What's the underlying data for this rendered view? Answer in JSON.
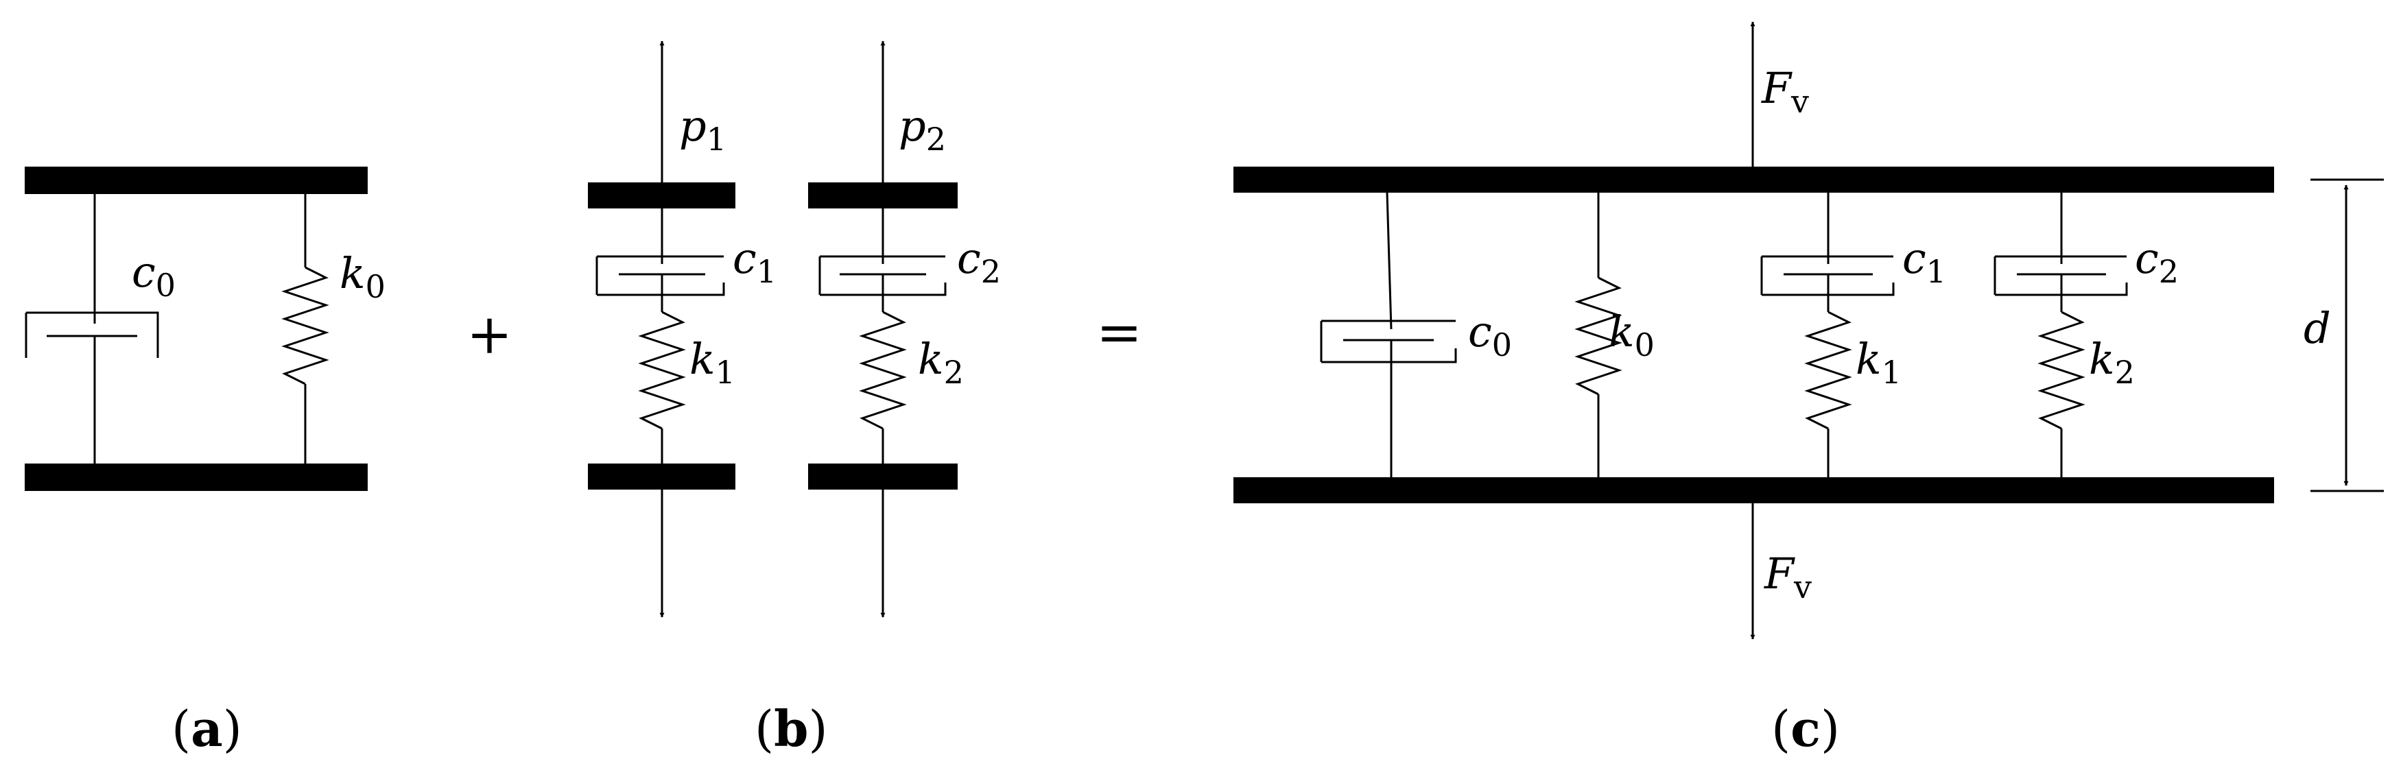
{
  "symbols": {
    "c": "c",
    "k": "k",
    "p": "p",
    "F": "F",
    "v": "v",
    "d": "d",
    "sub0": "0",
    "sub1": "1",
    "sub2": "2"
  },
  "operators": {
    "plus": "+",
    "equals": "="
  },
  "captions": {
    "a": {
      "open": "(",
      "letter": "a",
      "close": ")"
    },
    "b": {
      "open": "(",
      "letter": "b",
      "close": ")"
    },
    "c": {
      "open": "(",
      "letter": "c",
      "close": ")"
    }
  }
}
